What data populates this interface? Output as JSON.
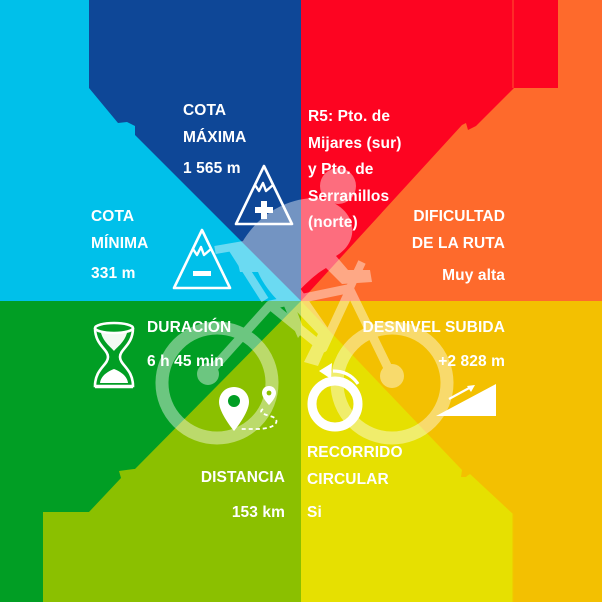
{
  "colors": {
    "cota_maxima": "#0e4797",
    "cota_minima": "#00c0ea",
    "route_name": "#fd0421",
    "dificultad": "#fe6a2c",
    "duracion": "#019e24",
    "distancia": "#8bc000",
    "recorrido": "#e6e001",
    "desnivel": "#f3c001"
  },
  "panels": {
    "cota_maxima": {
      "label_line1": "COTA",
      "label_line2": "MÁXIMA",
      "value": "1 565 m",
      "icon": "mountain-plus-icon"
    },
    "cota_minima": {
      "label_line1": "COTA",
      "label_line2": "MÍNIMA",
      "value": "331 m",
      "icon": "mountain-minus-icon"
    },
    "route": {
      "lines": [
        "R5: Pto. de",
        "Mijares (sur)",
        "y Pto. de",
        "Serranillos",
        "(norte)"
      ]
    },
    "dificultad": {
      "label_line1": "DIFICULTAD",
      "label_line2": "DE LA RUTA",
      "value": "Muy alta"
    },
    "duracion": {
      "label": "DURACIÓN",
      "value": "6 h 45 min",
      "icon": "hourglass-icon"
    },
    "desnivel": {
      "label": "DESNIVEL SUBIDA",
      "value": "+2 828 m",
      "icon": "slope-up-icon"
    },
    "distancia": {
      "label": "DISTANCIA",
      "value": "153 km",
      "icon": "route-pin-icon"
    },
    "recorrido": {
      "label_line1": "RECORRIDO",
      "label_line2": "CIRCULAR",
      "value": "Si",
      "icon": "circular-arrow-icon"
    }
  }
}
